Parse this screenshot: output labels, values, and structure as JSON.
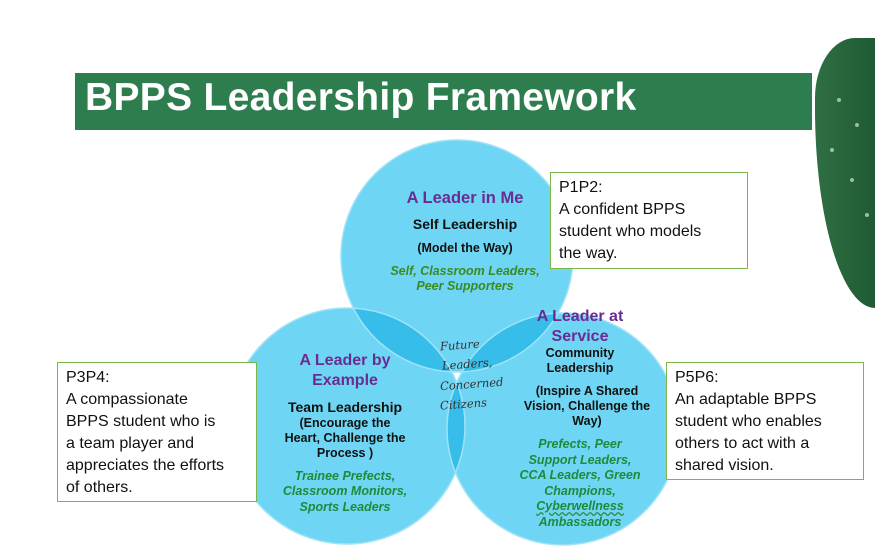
{
  "title": "BPPS Leadership Framework",
  "colors": {
    "title_bg": "#2e7d4f",
    "circle_fill": "#5fd0f2",
    "overlap_fill": "#2fb8e8",
    "heading": "#6a2c91",
    "green_text": "#3c8a1e",
    "box_border": "#7ab648"
  },
  "circles": {
    "top": {
      "heading": "A Leader in Me",
      "subheading": "Self Leadership",
      "practice": "(Model the Way)",
      "roles_line1": "Self, Classroom Leaders,",
      "roles_line2": "Peer Supporters"
    },
    "left": {
      "heading_line1": "A Leader  by",
      "heading_line2": "Example",
      "subheading": "Team Leadership",
      "practice_line1": "(Encourage the",
      "practice_line2": "Heart, Challenge the",
      "practice_line3": "Process )",
      "roles_line1": "Trainee Prefects,",
      "roles_line2": "Classroom Monitors,",
      "roles_line3": "Sports Leaders"
    },
    "right": {
      "heading_line1": "A Leader  at",
      "heading_line2": "Service",
      "subheading_line1": "Community",
      "subheading_line2": "Leadership",
      "practice_line1": "(Inspire A Shared",
      "practice_line2": "Vision, Challenge the",
      "practice_line3": "Way)",
      "roles_line1": "Prefects, Peer",
      "roles_line2": "Support Leaders,",
      "roles_line3": "CCA Leaders, Green",
      "roles_line4": "Champions,",
      "roles_line5": "Cyberwellness",
      "roles_line6": "Ambassadors"
    },
    "center": {
      "line1": "Future",
      "line2": "Leaders,",
      "line3": "Concerned",
      "line4": "Citizens"
    }
  },
  "boxes": {
    "p1p2": {
      "label": "P1P2:",
      "line1": "A confident BPPS",
      "line2": "student who models",
      "line3": "the way."
    },
    "p3p4": {
      "label": "P3P4:",
      "line1": "A compassionate",
      "line2": "BPPS student who is",
      "line3": "a team player and",
      "line4": "appreciates the efforts",
      "line5": "of others."
    },
    "p5p6": {
      "label": "P5P6:",
      "line1": "An adaptable BPPS",
      "line2": "student who enables",
      "line3": "others to act with a",
      "line4": "shared vision."
    }
  }
}
